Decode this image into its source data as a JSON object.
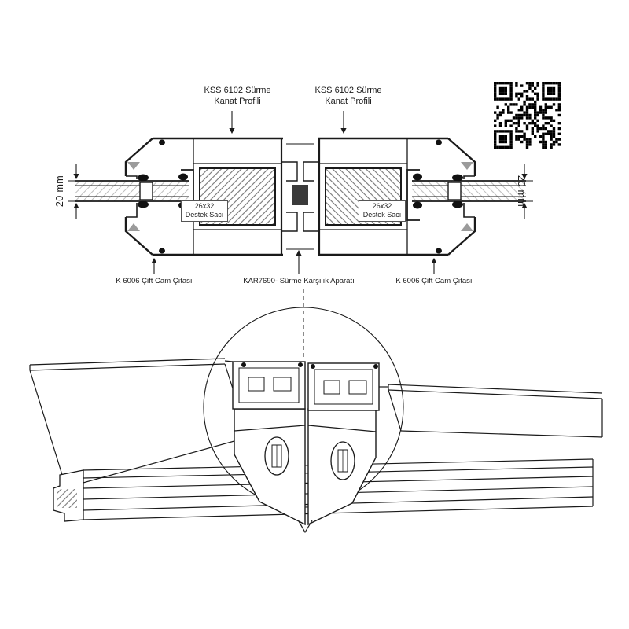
{
  "drawing": {
    "title": "sliding-window-meeting-stile-section",
    "colors": {
      "line": "#1a1a1a",
      "hatch": "#777777",
      "gasket": "#111111"
    }
  },
  "annotations": {
    "profile_left": "KSS 6102 Sürme\nKanat Profili",
    "profile_right": "KSS 6102 Sürme\nKanat Profili",
    "dim_left": "20 mm",
    "dim_right": "20 mm",
    "support_left": "26x32\nDestek Sacı",
    "support_right": "26x32\nDestek Sacı",
    "bead_left": "K 6006 Çift Cam Çıtası",
    "meeting_part": "KAR7690- Sürme Karşılık Aparatı",
    "bead_right": "K 6006 Çift Cam Çıtası"
  },
  "icons": {
    "qr_code": "qr-code"
  }
}
